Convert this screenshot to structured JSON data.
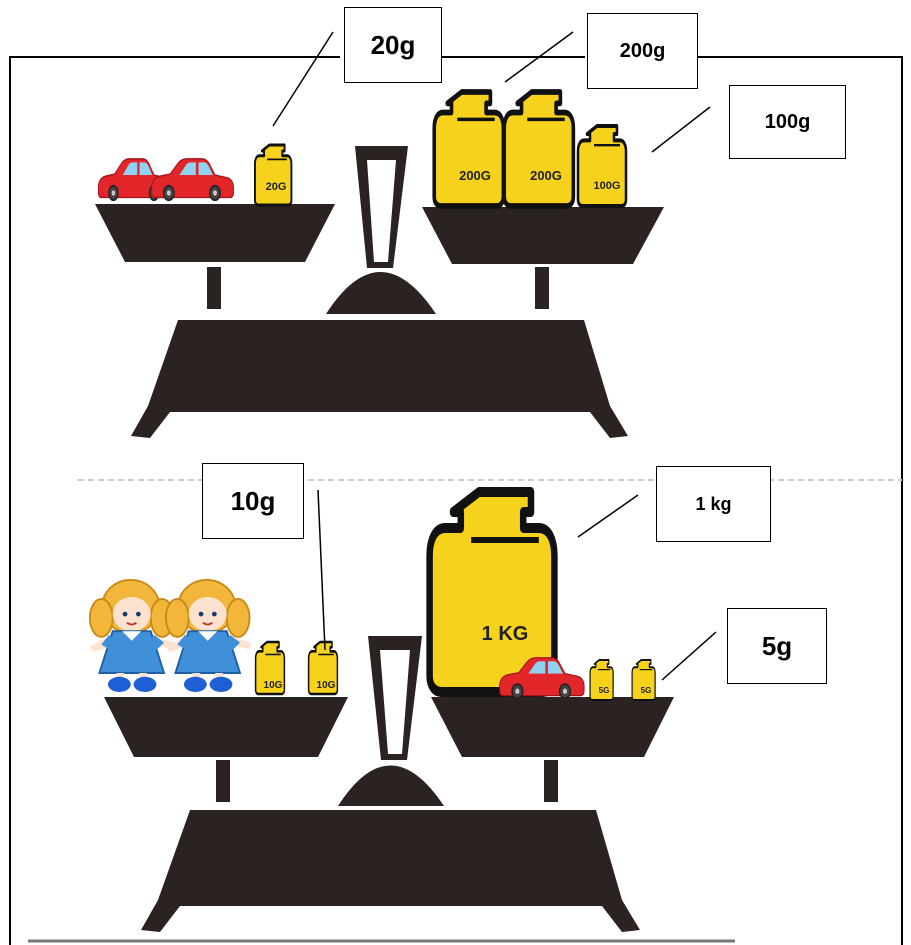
{
  "callouts": {
    "top_20g": "20g",
    "top_200g": "200g",
    "top_100g": "100g",
    "bottom_10g": "10g",
    "bottom_1kg": "1 kg",
    "bottom_5g": "5g"
  },
  "weight_marks": {
    "w20": "20G",
    "w200": "200G",
    "w100": "100G",
    "w10": "10G",
    "w1kg": "1 KG",
    "w5": "5G"
  },
  "colors": {
    "scale": "#2b2321",
    "weight_gold": "#f6d21c",
    "weight_outline": "#111111",
    "car_red": "#e3262a",
    "car_window": "#8fd3f0",
    "doll_dress": "#3f8fd9",
    "doll_hair": "#f2b63a"
  },
  "icons": [
    "balance-scale-icon",
    "weight-icon",
    "toy-car-icon",
    "doll-icon"
  ]
}
